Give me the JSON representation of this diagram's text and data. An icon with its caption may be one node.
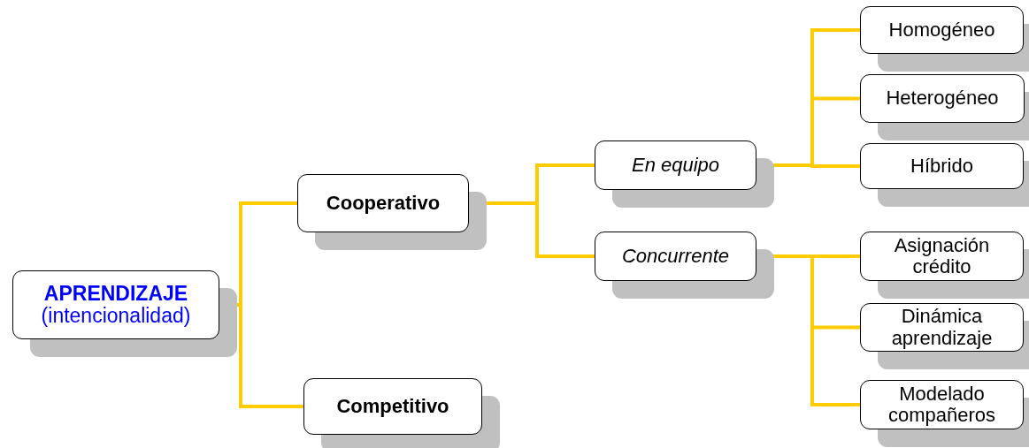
{
  "diagram": {
    "nodes": [
      {
        "text": [
          "APRENDIZAJE",
          "(intencionalidad)"
        ]
      },
      {
        "text": [
          "Cooperativo"
        ]
      },
      {
        "text": [
          "Competitivo"
        ]
      },
      {
        "text": [
          "En equipo"
        ]
      },
      {
        "text": [
          "Concurrente"
        ]
      },
      {
        "text": [
          "Homogéneo"
        ]
      },
      {
        "text": [
          "Heterogéneo"
        ]
      },
      {
        "text": [
          "Híbrido"
        ]
      },
      {
        "text": [
          "Asignación crédito"
        ]
      },
      {
        "text": [
          "Dinámica aprendizaje"
        ]
      },
      {
        "text": [
          "Modelado compañeros"
        ]
      }
    ],
    "edges": [
      {
        "from": 0,
        "to": 1,
        "arrow": "none"
      },
      {
        "from": 0,
        "to": 2,
        "arrow": "none"
      },
      {
        "from": 1,
        "to": 3,
        "arrow": "none"
      },
      {
        "from": 1,
        "to": 4,
        "arrow": "none"
      },
      {
        "from": 3,
        "to": 5,
        "arrow": "none"
      },
      {
        "from": 3,
        "to": 6,
        "arrow": "none"
      },
      {
        "from": 3,
        "to": 7,
        "arrow": "none"
      },
      {
        "from": 4,
        "to": 8,
        "arrow": "none"
      },
      {
        "from": 4,
        "to": 9,
        "arrow": "none"
      },
      {
        "from": 4,
        "to": 10,
        "arrow": "none"
      }
    ]
  }
}
